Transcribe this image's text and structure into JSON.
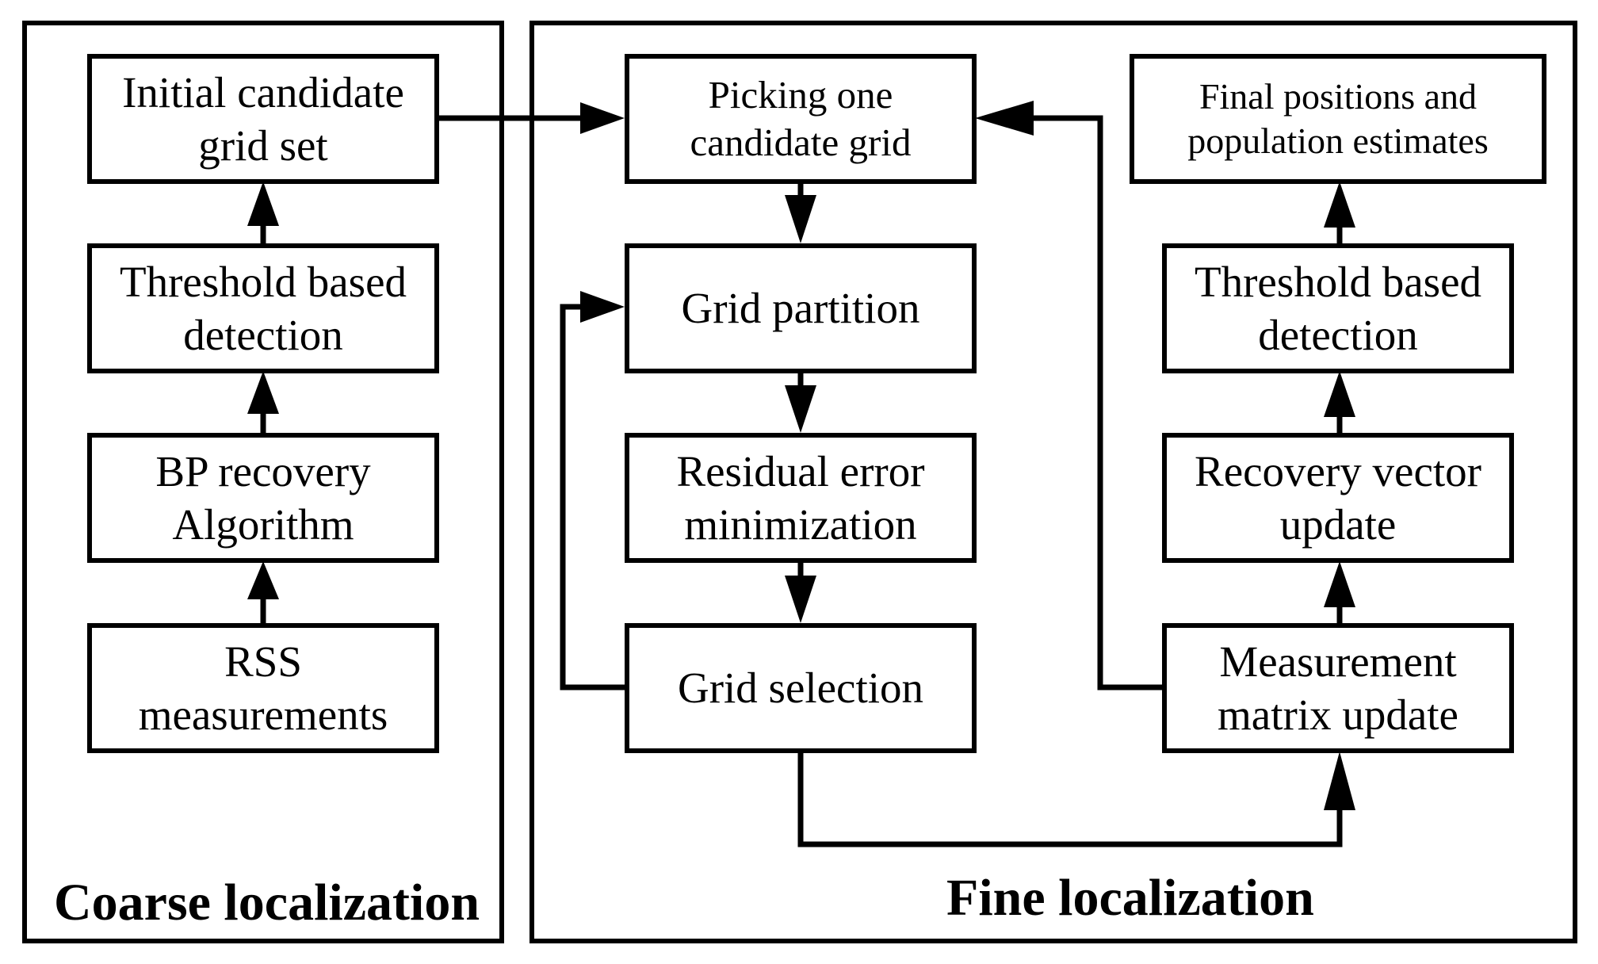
{
  "coarse": {
    "title": "Coarse localization",
    "boxes": {
      "initial_candidate": [
        "Initial candidate",
        "grid set"
      ],
      "threshold_detection": [
        "Threshold based",
        "detection"
      ],
      "bp_recovery": [
        "BP recovery",
        "Algorithm"
      ],
      "rss_measurements": [
        "RSS",
        "measurements"
      ]
    }
  },
  "fine": {
    "title": "Fine localization",
    "boxes": {
      "picking_one": [
        "Picking one",
        "candidate grid"
      ],
      "grid_partition": [
        "Grid partition"
      ],
      "residual_error": [
        "Residual error",
        "minimization"
      ],
      "grid_selection": [
        "Grid selection"
      ],
      "final_positions": [
        "Final positions and",
        "population estimates"
      ],
      "threshold_detection": [
        "Threshold based",
        "detection"
      ],
      "recovery_vector": [
        "Recovery vector",
        "update"
      ],
      "measurement_matrix": [
        "Measurement",
        "matrix update"
      ]
    }
  },
  "style": {
    "line_color": "#000000",
    "background": "#ffffff"
  }
}
